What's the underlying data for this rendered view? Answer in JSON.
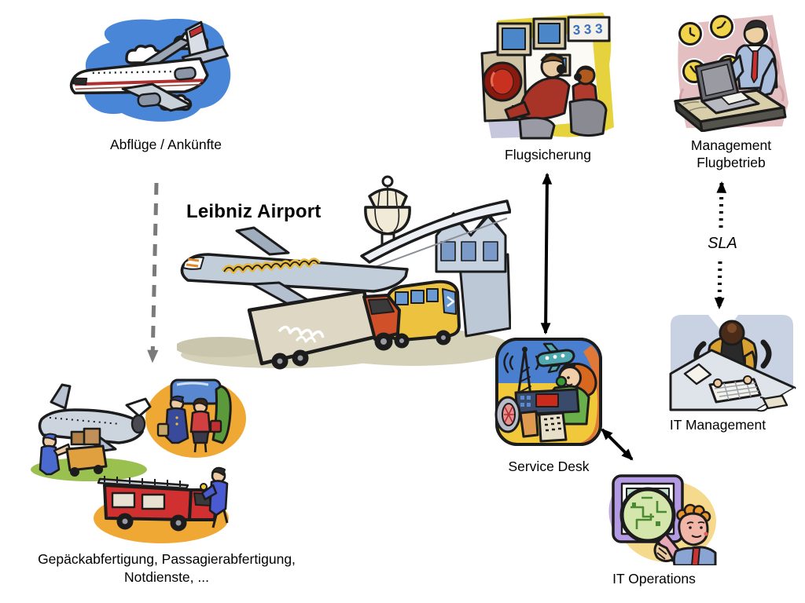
{
  "page": {
    "background": "#ffffff",
    "kind": "clipart-process-diagram"
  },
  "nodes": {
    "arrivals": {
      "label": "Abflüge / Ankünfte",
      "illustration": "airplane-in-sky"
    },
    "airport": {
      "title": "Leibniz Airport",
      "illustration": "airport-terminal-plane-truck-bus"
    },
    "flugsicherung": {
      "label": "Flugsicherung",
      "illustration": "air-traffic-control-room"
    },
    "management_flugbetrieb": {
      "label_line1": "Management",
      "label_line2": "Flugbetrieb",
      "illustration": "manager-laptop-clocks"
    },
    "service_desk": {
      "label": "Service Desk",
      "illustration": "operator-headset-console"
    },
    "it_management": {
      "label": "IT Management",
      "illustration": "woman-at-desk-keyboard"
    },
    "it_operations": {
      "label": "IT Operations",
      "illustration": "magnifier-over-circuit-monitor"
    },
    "ground_services": {
      "label_line1": "Gepäckabfertigung, Passagierabfertigung,",
      "label_line2": "Notdienste, ...",
      "illustration": "cargo-plane-passengers-firetruck"
    }
  },
  "connectors": {
    "arrivals_to_ground_services": {
      "style": "dashed",
      "color": "#7a7a7a",
      "heads": "end"
    },
    "flugsicherung_to_service_desk": {
      "style": "solid",
      "color": "#000000",
      "heads": "both"
    },
    "management_to_it_management": {
      "style": "dotted",
      "color": "#000000",
      "heads": "both",
      "label": "SLA"
    },
    "service_desk_to_it_operations": {
      "style": "solid",
      "color": "#000000",
      "heads": "both"
    }
  },
  "colors": {
    "sky_blob": "#4a86d8",
    "yellow_blob": "#e6d23c",
    "pink_blob": "#e4bfc2",
    "orange_blob": "#f0a834",
    "ground_khaki": "#d4d1b8",
    "accent_red": "#c83030"
  }
}
